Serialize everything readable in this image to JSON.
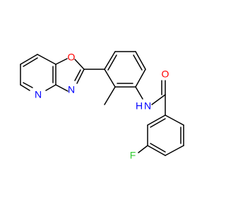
{
  "molecule": {
    "colors": {
      "bond": "#000000",
      "O": "#ff0000",
      "N": "#0000ff",
      "F": "#33cc33",
      "background": "#ffffff"
    },
    "atoms": [
      {
        "id": "o_ring",
        "label": "O",
        "element": "O"
      },
      {
        "id": "n_oxazole",
        "label": "N",
        "element": "N"
      },
      {
        "id": "n_pyridine",
        "label": "N",
        "element": "N"
      },
      {
        "id": "nh_amide",
        "label": "N",
        "element": "N"
      },
      {
        "id": "h_amide",
        "label": "H",
        "element": "N"
      },
      {
        "id": "o_carbonyl",
        "label": "O",
        "element": "O"
      },
      {
        "id": "f_fluoro",
        "label": "F",
        "element": "F"
      }
    ]
  }
}
